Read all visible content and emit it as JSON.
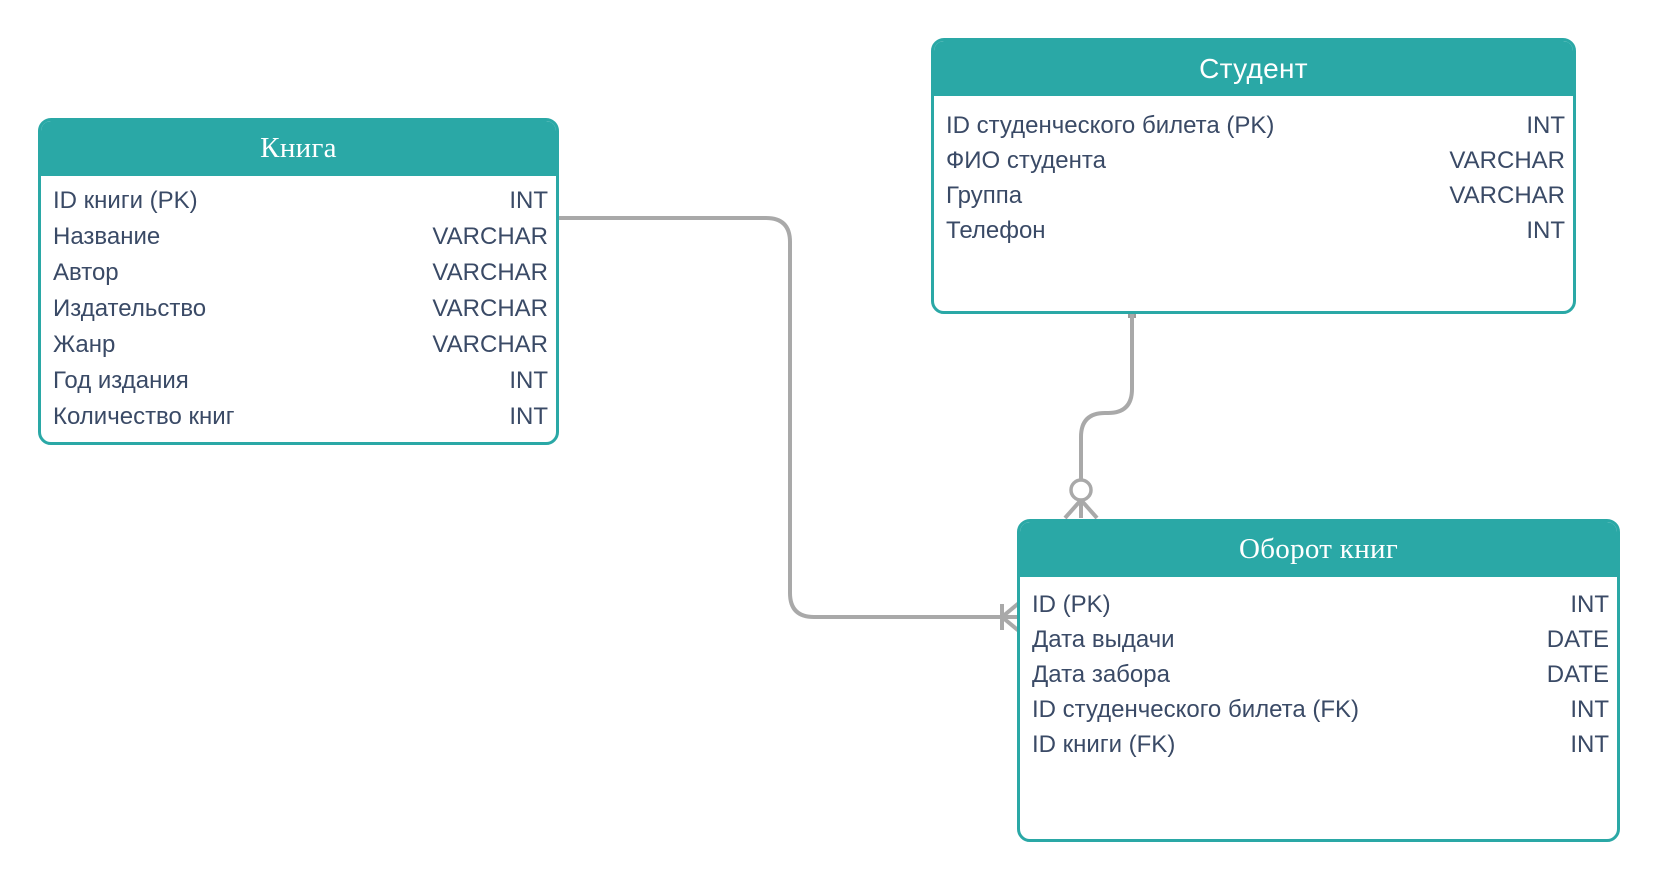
{
  "diagram": {
    "background": "#ffffff",
    "accent_color": "#2aa8a6",
    "connector_color": "#a9a9a9",
    "text_color": "#3a4a66",
    "header_text_color": "#ffffff"
  },
  "entities": {
    "kniga": {
      "title": "Книга",
      "rows": [
        {
          "name": "ID книги (PK)",
          "type": "INT"
        },
        {
          "name": "Название",
          "type": "VARCHAR"
        },
        {
          "name": "Автор",
          "type": "VARCHAR"
        },
        {
          "name": "Издательство",
          "type": "VARCHAR"
        },
        {
          "name": "Жанр",
          "type": "VARCHAR"
        },
        {
          "name": "Год издания",
          "type": "INT"
        },
        {
          "name": "Количество книг",
          "type": "INT"
        }
      ]
    },
    "student": {
      "title": "Студент",
      "rows": [
        {
          "name": "ID студенческого билета (PK)",
          "type": "INT"
        },
        {
          "name": "ФИО студента",
          "type": "VARCHAR"
        },
        {
          "name": "Группа",
          "type": "VARCHAR"
        },
        {
          "name": "Телефон",
          "type": "INT"
        }
      ]
    },
    "oborot": {
      "title": "Оборот книг",
      "rows": [
        {
          "name": "ID (PK)",
          "type": "INT"
        },
        {
          "name": "Дата выдачи",
          "type": "DATE"
        },
        {
          "name": "Дата забора",
          "type": "DATE"
        },
        {
          "name": "ID студенческого билета (FK)",
          "type": "INT"
        },
        {
          "name": "ID книги (FK)",
          "type": "INT"
        }
      ]
    }
  },
  "relationships": [
    {
      "from": "Книга",
      "to": "Оборот книг",
      "from_end": "one",
      "to_end": "one-or-many"
    },
    {
      "from": "Студент",
      "to": "Оборот книг",
      "from_end": "one",
      "to_end": "zero-or-many"
    }
  ]
}
